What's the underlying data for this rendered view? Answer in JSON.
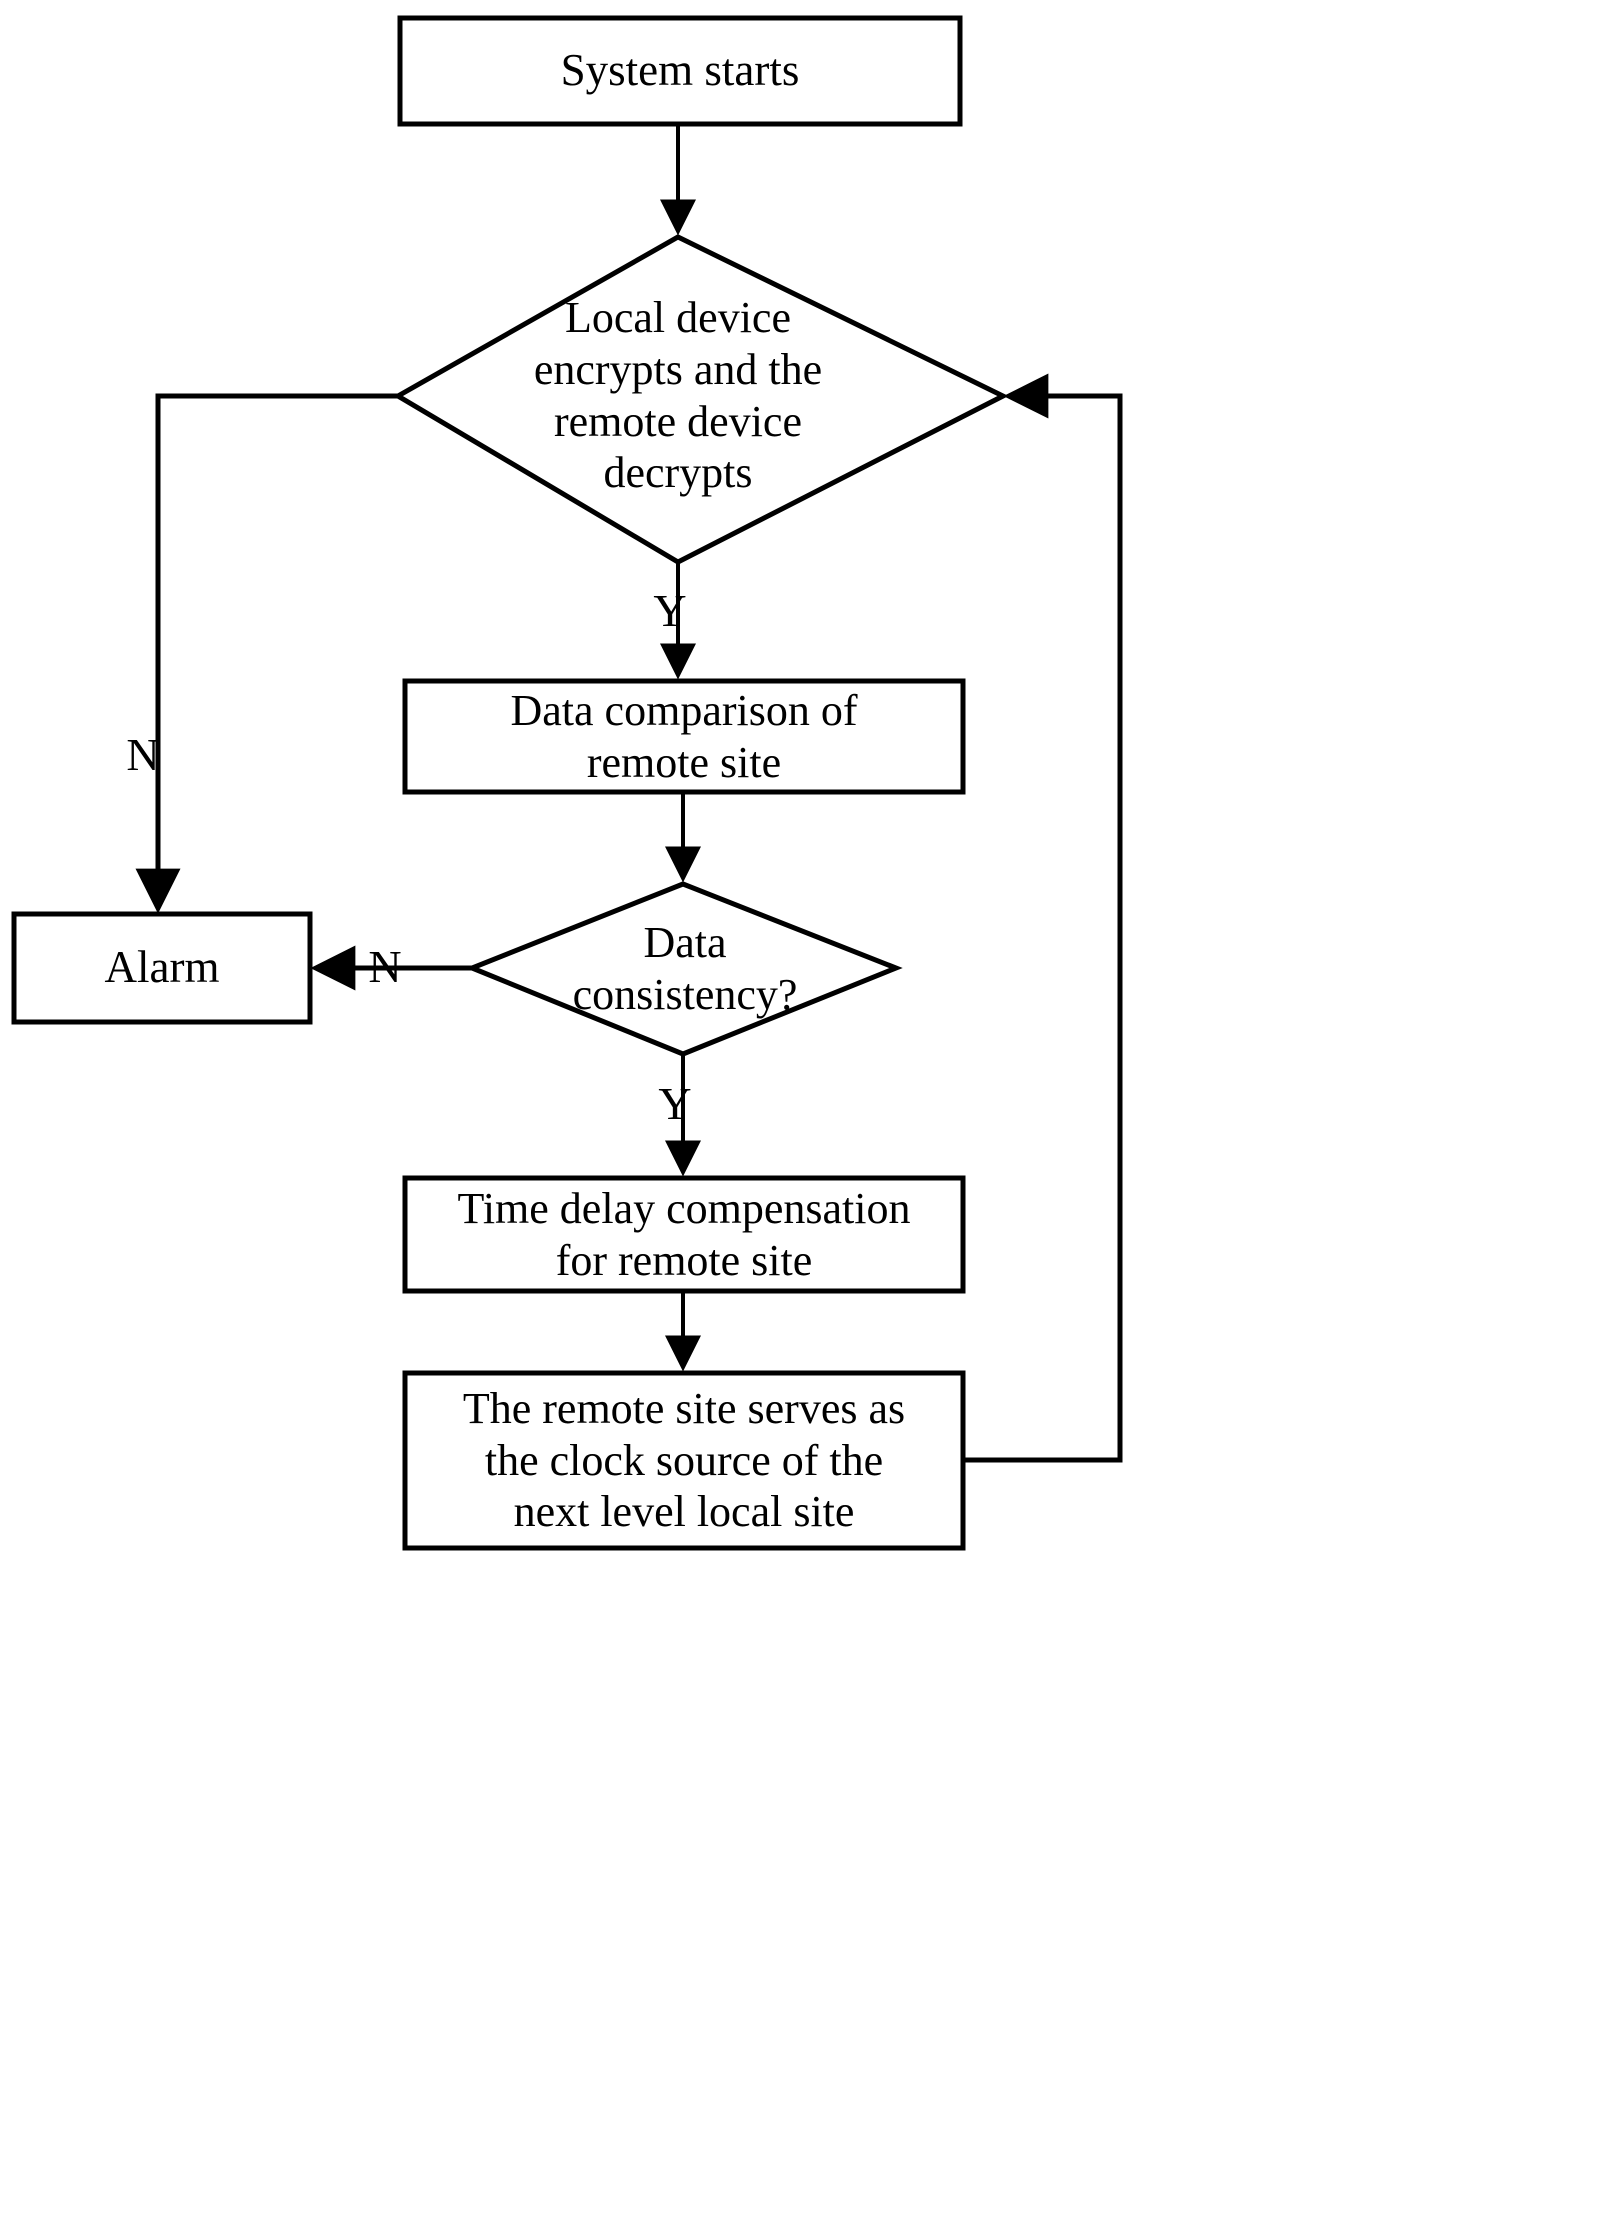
{
  "diagram": {
    "title": "System start and remote-site clock-source flowchart",
    "background": "#ffffff",
    "stroke": "#000000",
    "text_color": "#000000",
    "nodes": [
      {
        "id": "start",
        "shape": "process",
        "label": "System starts"
      },
      {
        "id": "encrypt",
        "shape": "decision",
        "label": "Local device\nencrypts and the\nremote device\ndecrypts"
      },
      {
        "id": "compare",
        "shape": "process",
        "label": "Data comparison of\nremote site"
      },
      {
        "id": "consistency",
        "shape": "decision",
        "label": "Data\nconsistency?"
      },
      {
        "id": "alarm",
        "shape": "process",
        "label": "Alarm"
      },
      {
        "id": "delay",
        "shape": "process",
        "label": "Time delay compensation\nfor remote site"
      },
      {
        "id": "clocksrc",
        "shape": "process",
        "label": "The remote site serves as\nthe clock source of the\nnext level local site"
      }
    ],
    "edges": [
      {
        "id": "e-start-encrypt",
        "from": "start",
        "to": "encrypt",
        "label": ""
      },
      {
        "id": "e-encrypt-alarm",
        "from": "encrypt",
        "to": "alarm",
        "label": "N"
      },
      {
        "id": "e-encrypt-compare",
        "from": "encrypt",
        "to": "compare",
        "label": "Y"
      },
      {
        "id": "e-compare-consistency",
        "from": "compare",
        "to": "consistency",
        "label": ""
      },
      {
        "id": "e-consistency-alarm",
        "from": "consistency",
        "to": "alarm",
        "label": "N"
      },
      {
        "id": "e-consistency-delay",
        "from": "consistency",
        "to": "delay",
        "label": "Y"
      },
      {
        "id": "e-delay-clocksrc",
        "from": "delay",
        "to": "clocksrc",
        "label": ""
      },
      {
        "id": "e-clocksrc-encrypt",
        "from": "clocksrc",
        "to": "encrypt",
        "label": ""
      }
    ],
    "labels": {
      "n_from_encrypt": "N",
      "y_from_encrypt": "Y",
      "n_from_consistency": "N",
      "y_from_consistency": "Y"
    }
  }
}
